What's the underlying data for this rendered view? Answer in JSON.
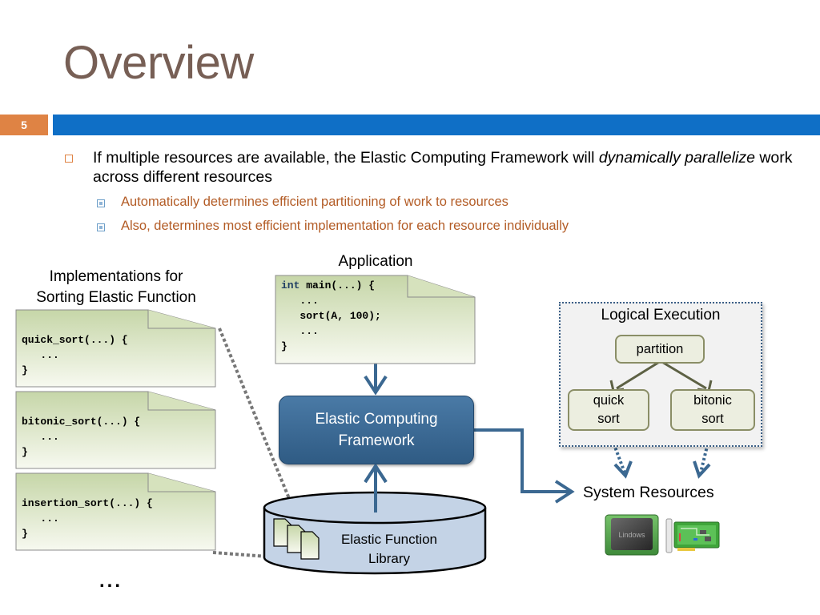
{
  "slide": {
    "title": "Overview",
    "number": "5",
    "colors": {
      "title": "#775f55",
      "slide_number_bar": "#df8344",
      "header_bar": "#0f6fc6",
      "sub_bullet_text": "#b35c26",
      "framework_box": "#3b6891"
    }
  },
  "bullets": {
    "main": {
      "part1": "If multiple resources are available, the Elastic Computing Framework will ",
      "emphasis": "dynamically parallelize",
      "part2": " work across different resources"
    },
    "sub": [
      "Automatically determines efficient partitioning of work to resources",
      "Also, determines most efficient implementation for each resource individually"
    ]
  },
  "diagram": {
    "implementations": {
      "caption_line1": "Implementations for",
      "caption_line2": "Sorting Elastic Function",
      "items": [
        {
          "signature": "quick_sort(...) {",
          "body": "   ...",
          "close": "}"
        },
        {
          "signature": "bitonic_sort(...) {",
          "body": "   ...",
          "close": "}"
        },
        {
          "signature": "insertion_sort(...) {",
          "body": "   ...",
          "close": "}"
        }
      ],
      "more": "..."
    },
    "application": {
      "caption": "Application",
      "keyword": "int",
      "line1_rest": " main(...) {",
      "line2": "   ...",
      "line3": "   sort(A, 100);",
      "line4": "   ...",
      "line5": "}"
    },
    "framework": {
      "line1": "Elastic Computing",
      "line2": "Framework"
    },
    "library": {
      "line1": "Elastic Function",
      "line2": "Library"
    },
    "logical_execution": {
      "title": "Logical Execution",
      "root": "partition",
      "left_line1": "quick",
      "left_line2": "sort",
      "right_line1": "bitonic",
      "right_line2": "sort"
    },
    "system_resources": {
      "label": "System Resources",
      "icons": [
        "cpu-icon",
        "gpu-card-icon"
      ],
      "cpu_chip_text": "Lindows"
    }
  }
}
